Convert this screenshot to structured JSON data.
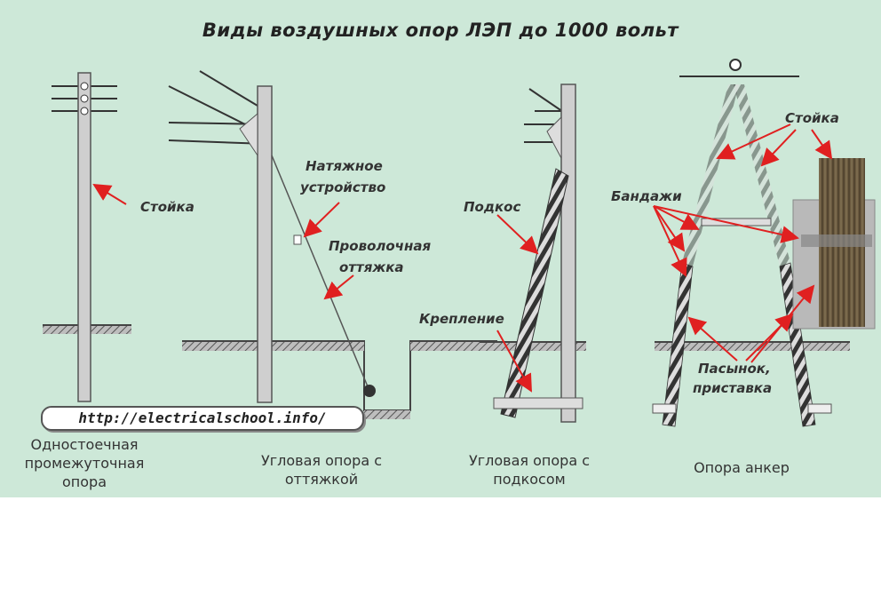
{
  "title": "Виды воздушных опор ЛЭП до 1000 вольт",
  "url": "http://electricalschool.info/",
  "labels": {
    "stoika_1": "Стойка",
    "natyazhnoe_1": "Натяжное",
    "natyazhnoe_2": "устройство",
    "provolochnaya_1": "Проволочная",
    "provolochnaya_2": "оттяжка",
    "podkos": "Подкос",
    "kreplenie": "Крепление",
    "bandazhi": "Бандажи",
    "stoika_2": "Стойка",
    "pasynok_1": "Пасынок,",
    "pasynok_2": "приставка"
  },
  "captions": [
    [
      "Одностоечная",
      "промежуточная",
      "опора"
    ],
    [
      "Угловая опора с",
      "оттяжкой"
    ],
    [
      "Угловая опора с",
      "подкосом"
    ],
    [
      "Опора анкер"
    ]
  ],
  "colors": {
    "background": "#cde8d8",
    "arrow": "#e02020",
    "pole": "#cfcfcf",
    "ground": "#555555"
  }
}
